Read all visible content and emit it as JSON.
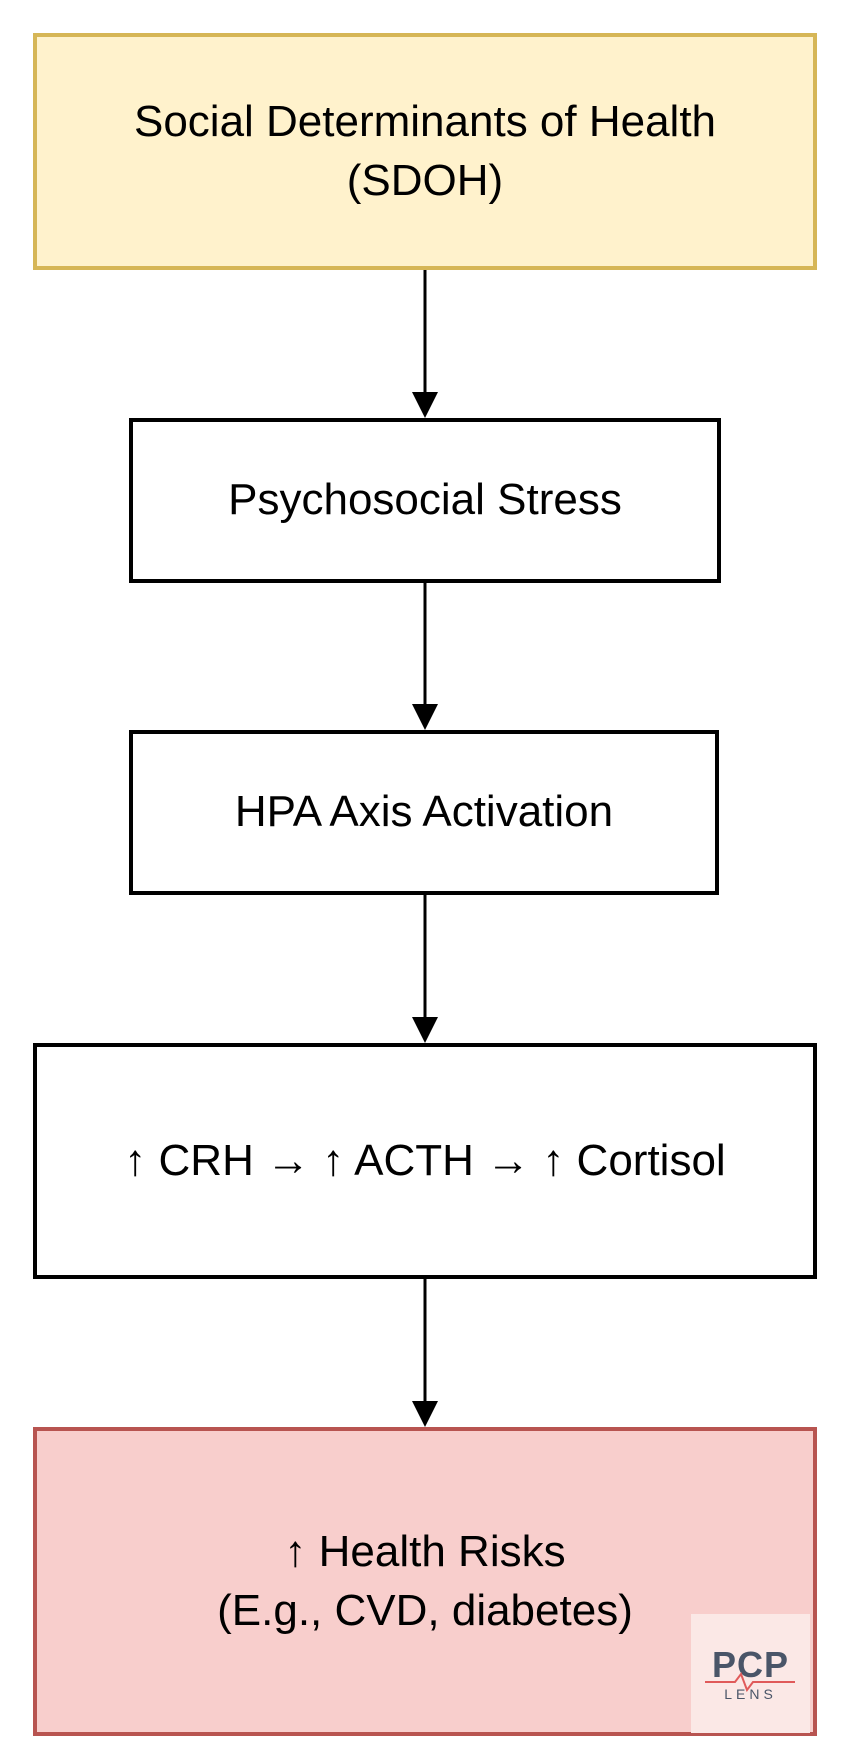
{
  "nodes": [
    {
      "id": "sdoh",
      "lines": [
        "Social Determinants of Health",
        "(SDOH)"
      ],
      "fill": "#fff2cc",
      "stroke": "#d6b656"
    },
    {
      "id": "stress",
      "lines": [
        "Psychosocial Stress"
      ],
      "fill": "#ffffff",
      "stroke": "#000000"
    },
    {
      "id": "hpa",
      "lines": [
        "HPA Axis Activation"
      ],
      "fill": "#ffffff",
      "stroke": "#000000"
    },
    {
      "id": "hormones",
      "lines": [
        "↑ CRH → ↑ ACTH → ↑ Cortisol"
      ],
      "fill": "#ffffff",
      "stroke": "#000000"
    },
    {
      "id": "risks",
      "lines": [
        "↑ Health Risks",
        "(E.g., CVD, diabetes)"
      ],
      "fill": "#f8cecc",
      "stroke": "#b85450"
    }
  ],
  "edges": [
    {
      "from": "sdoh",
      "to": "stress"
    },
    {
      "from": "stress",
      "to": "hpa"
    },
    {
      "from": "hpa",
      "to": "hormones"
    },
    {
      "from": "hormones",
      "to": "risks"
    }
  ],
  "logo": {
    "main": "PCP",
    "sub": "LENS",
    "pulse_color": "#e05a5a"
  }
}
